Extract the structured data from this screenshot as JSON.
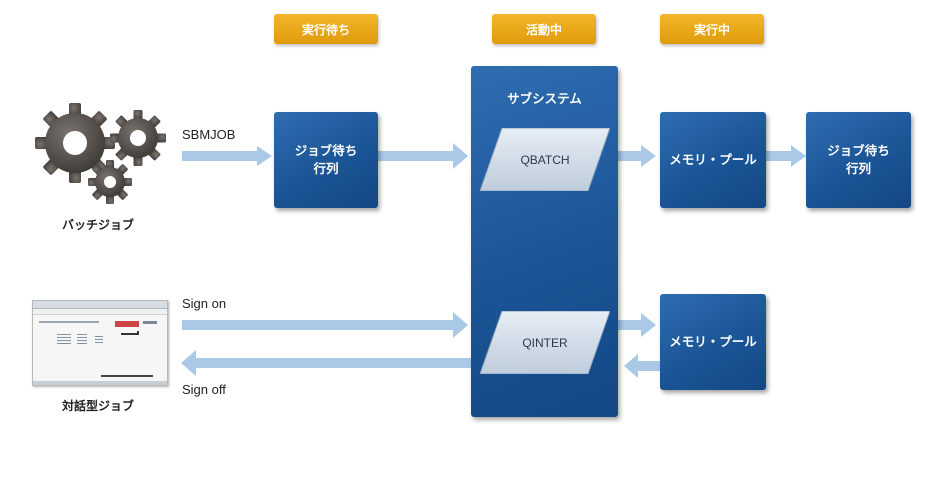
{
  "headers": {
    "waiting": "実行待ち",
    "active": "活動中",
    "running": "実行中"
  },
  "subsystem": {
    "title": "サブシステム",
    "queues": {
      "qbatch": "QBATCH",
      "qinter": "QINTER"
    }
  },
  "boxes": {
    "job_queue_in": [
      "ジョブ待ち",
      "行列"
    ],
    "memory_pool_top": "メモリ・プール",
    "job_queue_out": [
      "ジョブ待ち",
      "行列"
    ],
    "memory_pool_bottom": "メモリ・プール"
  },
  "flows": {
    "sbmjob": "SBMJOB",
    "sign_on": "Sign on",
    "sign_off": "Sign off"
  },
  "sources": {
    "batch_job": "バッチジョブ",
    "interactive_job": "対話型ジョブ"
  },
  "icons": {
    "batch_job": "gears-icon",
    "interactive_job": "terminal-screen-icon"
  },
  "colors": {
    "box_blue": "#1b5596",
    "tag_orange": "#e8a414",
    "arrow_blue": "#a9c9e6",
    "queue_fill": "#cfd9e4"
  }
}
